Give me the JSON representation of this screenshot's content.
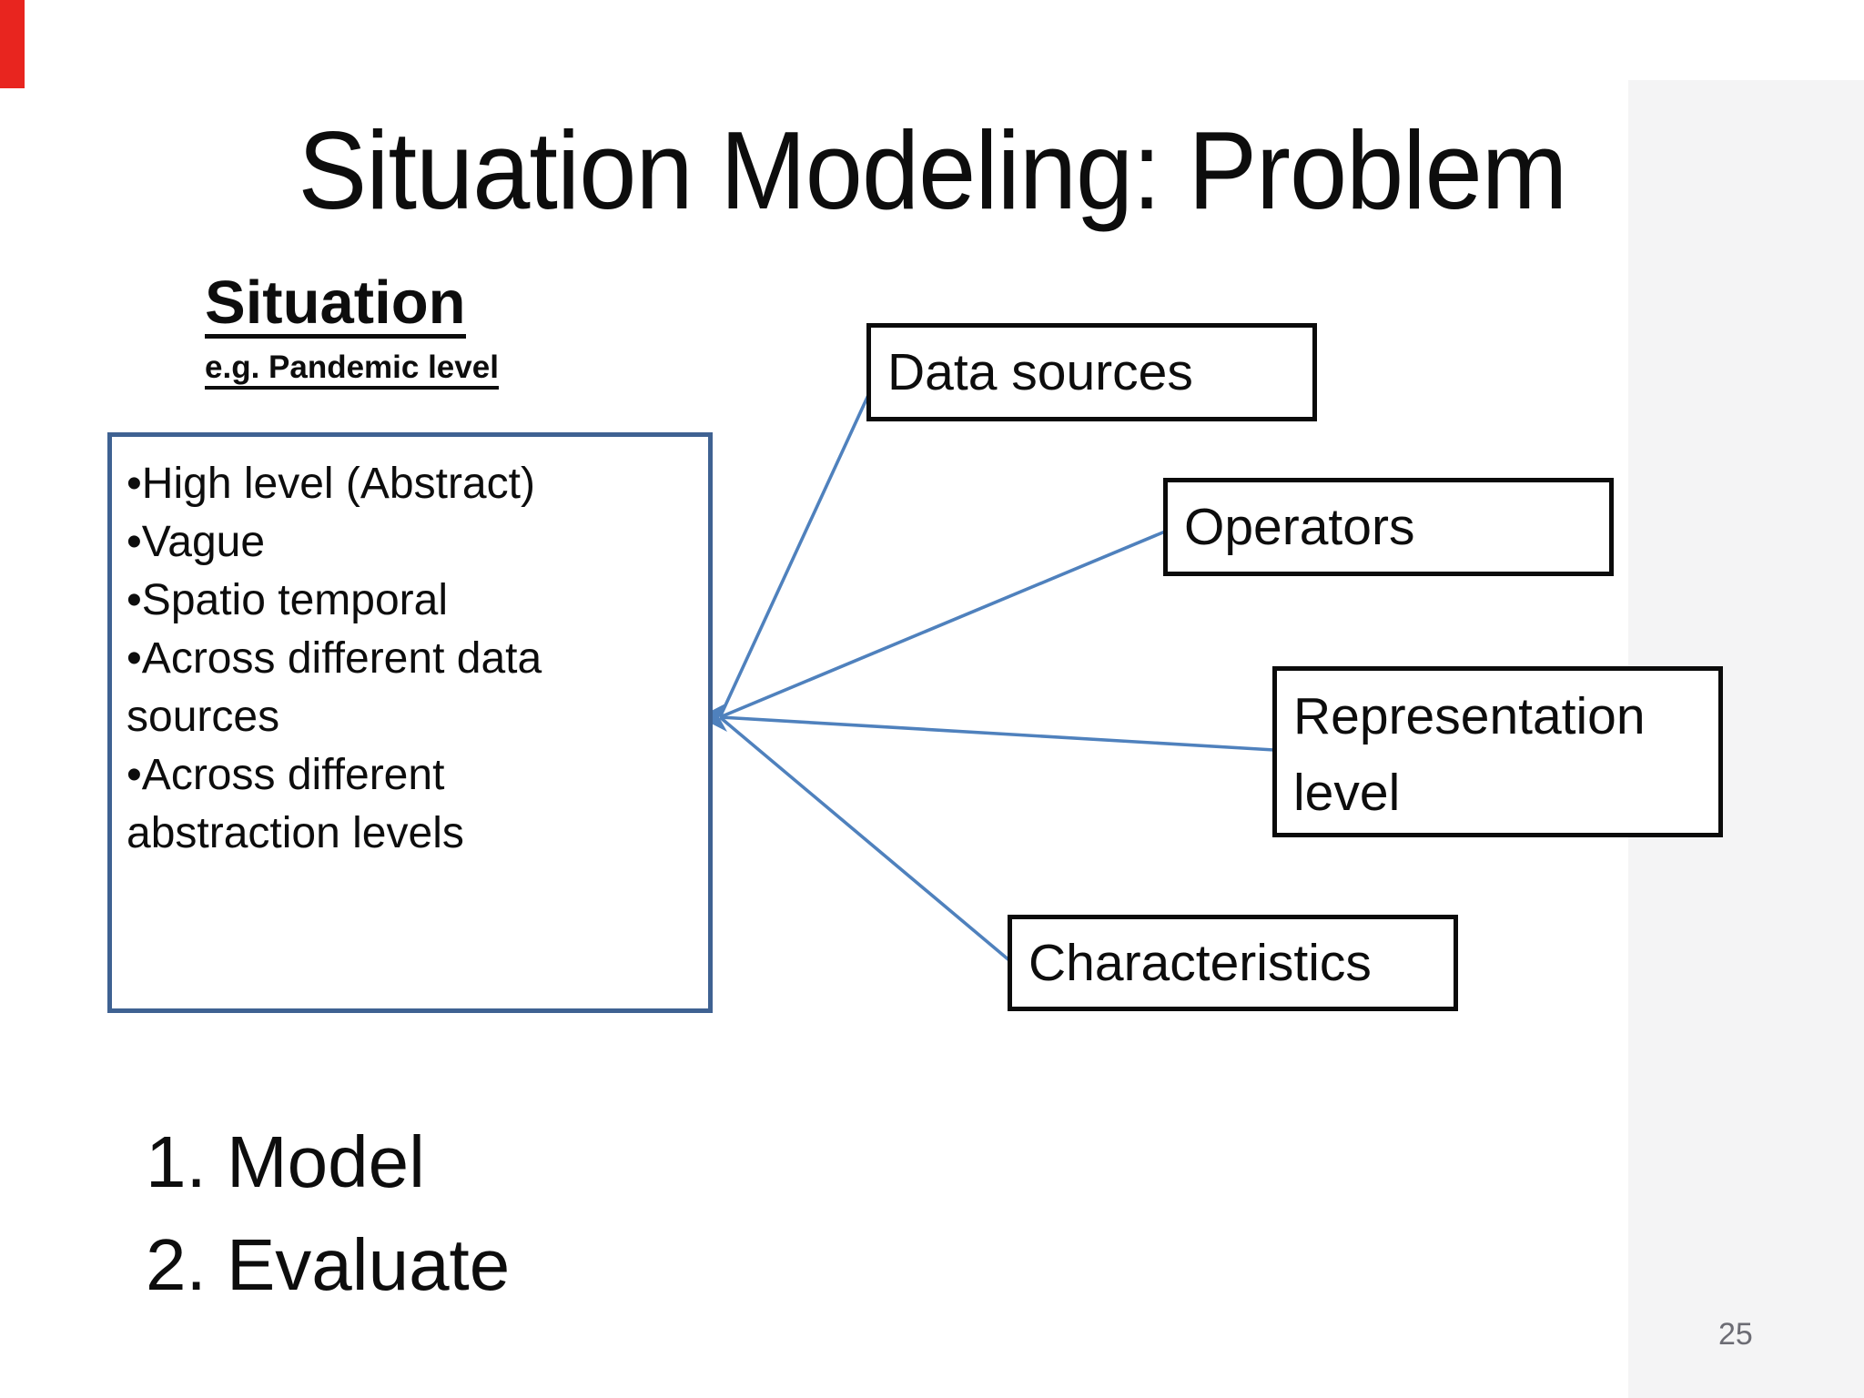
{
  "slide": {
    "title": "Situation Modeling: Problem",
    "situation": {
      "heading": "Situation",
      "example": "e.g. Pandemic level"
    },
    "situation_box": {
      "lines": [
        "•High level (Abstract)",
        "•Vague",
        "•Spatio temporal",
        "•Across different data",
        "sources",
        "•Across different",
        "abstraction levels"
      ]
    },
    "nodes": [
      {
        "label": "Data sources"
      },
      {
        "label": "Operators"
      },
      {
        "label": "Representation level"
      },
      {
        "label": "Characteristics"
      }
    ],
    "tasks": [
      "1. Model",
      "2. Evaluate"
    ],
    "page_number": "25",
    "colors": {
      "connector_line": "#4f81bd",
      "situation_box_border": "#3f6292",
      "node_border": "#0b0b0b",
      "red_marker": "#e8251f",
      "side_band": "#f4f4f5",
      "page_number": "#6c6c74"
    }
  }
}
